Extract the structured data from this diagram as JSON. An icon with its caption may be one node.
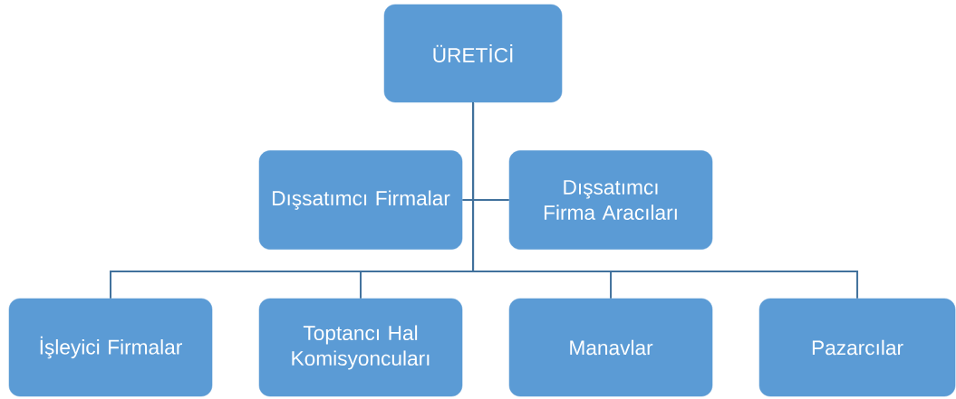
{
  "diagram": {
    "nodes": [
      {
        "text": [
          "ÜRETİCİ"
        ]
      },
      {
        "text": [
          "Dışsatımcı Firmalar"
        ]
      },
      {
        "text": [
          "Dışsatımcı Firma Aracıları"
        ]
      },
      {
        "text": [
          "İşleyici Firmalar"
        ]
      },
      {
        "text": [
          "Toptancı Hal Komisyoncuları"
        ]
      },
      {
        "text": [
          "Manavlar"
        ]
      },
      {
        "text": [
          "Pazarcılar"
        ]
      }
    ],
    "edges": [
      {
        "from": 0,
        "to": 1,
        "arrow": "none"
      },
      {
        "from": 0,
        "to": 2,
        "arrow": "none"
      },
      {
        "from": 0,
        "to": 3,
        "arrow": "none"
      },
      {
        "from": 0,
        "to": 4,
        "arrow": "none"
      },
      {
        "from": 0,
        "to": 5,
        "arrow": "none"
      },
      {
        "from": 0,
        "to": 6,
        "arrow": "none"
      }
    ]
  }
}
